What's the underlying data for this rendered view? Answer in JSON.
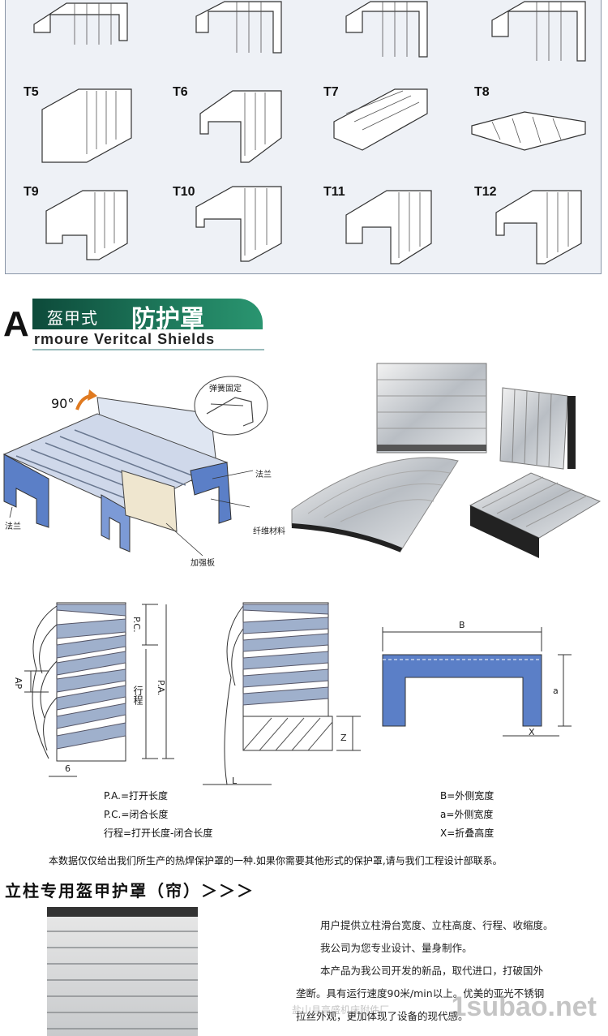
{
  "catalog": {
    "labels": [
      "T5",
      "T6",
      "T7",
      "T8",
      "T9",
      "T10",
      "T11",
      "T12"
    ]
  },
  "header": {
    "letter": "A",
    "cn_small": "盔甲式",
    "cn_big": "防护罩",
    "en": "rmoure Veritcal Shields"
  },
  "diagram1": {
    "angle": "90°",
    "spring": "弹簧固定",
    "flange_right": "法兰",
    "flange_left": "法兰",
    "fiber": "纤维材料",
    "plate": "加强板"
  },
  "dims": {
    "pc": "P.C.",
    "pa": "P.A.",
    "ap": "AP",
    "travel": "行程",
    "six": "6",
    "z": "Z",
    "l": "L",
    "b": "B",
    "a": "a",
    "x": "X"
  },
  "legend": {
    "left": [
      "P.A.=打开长度",
      "P.C.=闭合长度",
      "行程=打开长度-闭合长度"
    ],
    "right": [
      "B=外侧宽度",
      "a=外侧宽度",
      "X=折叠高度"
    ]
  },
  "note": "本数据仅仅给出我们所生产的热焊保护罩的一种.如果你需要其他形式的保护罩,请与我们工程设计部联系。",
  "section2": {
    "title": "立柱专用盔甲护罩（帘）＞＞＞",
    "paragraphs": [
      "用户提供立柱滑台宽度、立柱高度、行程、收缩度。",
      "我公司为您专业设计、量身制作。",
      "本产品为我公司开发的新品，取代进口，打破国外",
      "垄断。具有运行速度90米/min以上。优美的亚光不锈钢",
      "拉丝外观，更加体现了设备的现代感。"
    ],
    "watermark": "1subao.net",
    "watermark_small": "盐山县高盛机床附件厂"
  },
  "colors": {
    "accent_green": "#1e7a5c",
    "shield_blue": "#5b7fc7"
  }
}
